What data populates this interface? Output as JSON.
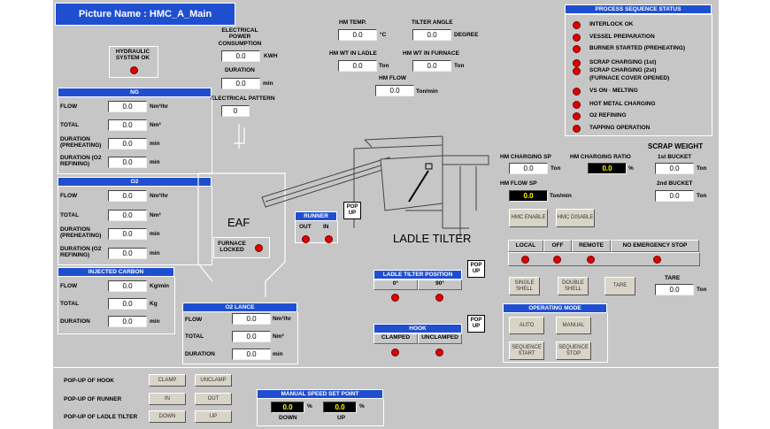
{
  "title": "Picture Name : HMC_A_Main",
  "hydraulic": {
    "label": "HYDRAULIC SYSTEM OK"
  },
  "electrical": {
    "power_label": "ELECTRICAL POWER CONSUMPTION",
    "power_value": "0.0",
    "power_unit": "KWH",
    "duration_label": "DURATION",
    "duration_value": "0.0",
    "duration_unit": "min",
    "pattern_label": "ELECTRICAL PATTERN",
    "pattern_value": "0"
  },
  "hm": {
    "temp_label": "HM TEMP.",
    "temp_value": "0.0",
    "temp_unit": "°C",
    "tilter_angle_label": "TILTER ANGLE",
    "tilter_angle_value": "0.0",
    "tilter_angle_unit": "DEGREE",
    "wt_ladle_label": "HM WT IN LADLE",
    "wt_ladle_value": "0.0",
    "wt_ladle_unit": "Ton",
    "wt_furnace_label": "HM WT IN FURNACE",
    "wt_furnace_value": "0.0",
    "wt_furnace_unit": "Ton",
    "flow_label": "HM FLOW",
    "flow_value": "0.0",
    "flow_unit": "Ton/min"
  },
  "ng": {
    "header": "NG",
    "rows": [
      {
        "label": "FLOW",
        "value": "0.0",
        "unit": "Nm³/hr"
      },
      {
        "label": "TOTAL",
        "value": "0.0",
        "unit": "Nm³"
      },
      {
        "label": "DURATION (PREHEATING)",
        "value": "0.0",
        "unit": "min"
      },
      {
        "label": "DURATION (O2 REFINING)",
        "value": "0.0",
        "unit": "min"
      }
    ]
  },
  "o2": {
    "header": "O2",
    "rows": [
      {
        "label": "FLOW",
        "value": "0.0",
        "unit": "Nm³/hr"
      },
      {
        "label": "TOTAL",
        "value": "0.0",
        "unit": "Nm³"
      },
      {
        "label": "DURATION (PREHEATING)",
        "value": "0.0",
        "unit": "min"
      },
      {
        "label": "DURATION (O2 REFINING)",
        "value": "0.0",
        "unit": "min"
      }
    ]
  },
  "carbon": {
    "header": "INJECTED CARBON",
    "rows": [
      {
        "label": "FLOW",
        "value": "0.0",
        "unit": "Kg/min"
      },
      {
        "label": "TOTAL",
        "value": "0.0",
        "unit": "Kg"
      },
      {
        "label": "DURATION",
        "value": "0.0",
        "unit": "min"
      }
    ]
  },
  "o2lance": {
    "header": "O2 LANCE",
    "rows": [
      {
        "label": "FLOW",
        "value": "0.0",
        "unit": "Nm³/hr"
      },
      {
        "label": "TOTAL",
        "value": "0.0",
        "unit": "Nm³"
      },
      {
        "label": "DURATION",
        "value": "0.0",
        "unit": "min"
      }
    ]
  },
  "process": {
    "header": "PROCESS SEQUENCE STATUS",
    "items": [
      "INTERLOCK OK",
      "VESSEL PREPARATION",
      "BURNER STARTED (PREHEATING)",
      "SCRAP CHARGING (1st)",
      "SCRAP CHARGING (2st)",
      "(FURNACE COVER OPENED)",
      "VS ON  ·  MELTING",
      "HOT METAL CHARGING",
      "O2 REFINING",
      "TAPPING OPERATION"
    ]
  },
  "charging": {
    "sp_label": "HM CHARGING SP",
    "sp_value": "0.0",
    "sp_unit": "Ton",
    "ratio_label": "HM CHARGING RATIO",
    "ratio_value": "0.0",
    "ratio_unit": "%",
    "flow_sp_label": "HM FLOW SP",
    "flow_sp_value": "0.0",
    "flow_sp_unit": "Ton/min"
  },
  "scrap": {
    "title": "SCRAP WEIGHT",
    "b1_label": "1st BUCKET",
    "b1_value": "0.0",
    "b1_unit": "Ton",
    "b2_label": "2nd BUCKET",
    "b2_value": "0.0",
    "b2_unit": "Ton"
  },
  "hmc": {
    "enable": "HMC ENABLE",
    "disable": "HMC DISABLE"
  },
  "modes": [
    "LOCAL",
    "OFF",
    "REMOTE",
    "NO EMERGENCY STOP"
  ],
  "shell": {
    "single": "SINGLE SHELL",
    "double": "DOUBLE SHELL",
    "tare_btn": "TARE",
    "tare_label": "TARE",
    "tare_value": "0.0",
    "tare_unit": "Ton"
  },
  "operating": {
    "header": "OPERATING MODE",
    "auto": "AUTO",
    "manual": "MANUAL",
    "seq_start": "SEQUENCE START",
    "seq_stop": "SEQUENCE STOP"
  },
  "eaf": {
    "label": "EAF",
    "furnace_locked": "FURNACE LOCKED",
    "ladle_tilter": "LADLE TILTER"
  },
  "runner": {
    "header": "RUNNER",
    "out": "OUT",
    "in": "IN"
  },
  "ltp": {
    "header": "LADLE TILTER POSITION",
    "p0": "0°",
    "p90": "90°"
  },
  "hook": {
    "header": "HOOK",
    "clamped": "CLAMPED",
    "unclamped": "UNCLAMPED"
  },
  "popup": "POP UP",
  "popups": {
    "hook_label": "POP-UP OF HOOK",
    "hook_a": "CLAMP",
    "hook_b": "UNCLAMP",
    "runner_label": "POP-UP OF RUNNER",
    "runner_a": "IN",
    "runner_b": "OUT",
    "tilter_label": "POP-UP OF LADLE TILTER",
    "tilter_a": "DOWN",
    "tilter_b": "UP"
  },
  "speed": {
    "header": "MANUAL SPEED SET POINT",
    "down_value": "0.0",
    "up_value": "0.0",
    "unit": "%",
    "down": "DOWN",
    "up": "UP"
  },
  "colors": {
    "panel_bg": "#c6c6c6",
    "header_blue": "#1f4fd0",
    "led_red": "#e00000",
    "dark_value": "#000000",
    "dark_text": "#ffff00"
  }
}
